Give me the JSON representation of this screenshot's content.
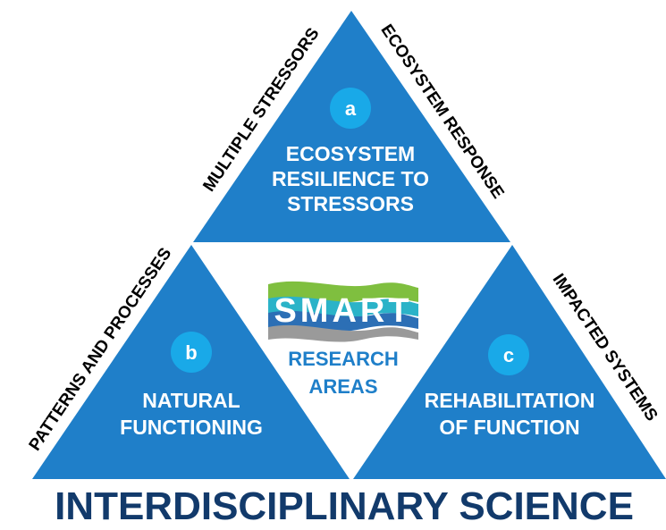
{
  "triangles": [
    {
      "badge": "a",
      "lines": [
        "ECOSYSTEM",
        "RESILIENCE TO",
        "STRESSORS"
      ]
    },
    {
      "badge": "b",
      "lines": [
        "NATURAL",
        "FUNCTIONING"
      ]
    },
    {
      "badge": "c",
      "lines": [
        "REHABILITATION",
        "OF FUNCTION"
      ]
    }
  ],
  "side_labels": {
    "upper_left": "MULTIPLE STRESSORS",
    "lower_left": "PATTERNS AND PROCESSES",
    "upper_right": "ECOSYSTEM RESPONSE",
    "lower_right": "IMPACTED SYSTEMS"
  },
  "center": {
    "logo": "SMART",
    "lines": [
      "RESEARCH",
      "AREAS"
    ]
  },
  "footer": "INTERDISCIPLINARY SCIENCE",
  "colors": {
    "triangle_blue": "#1f7fc9",
    "badge_blue": "#19a9e8",
    "footer_navy": "#123a6b",
    "logo_green": "#7fbf3f",
    "logo_teal": "#2bb3c8",
    "logo_blue": "#2c6fb5",
    "logo_gray": "#9a9a9a"
  }
}
